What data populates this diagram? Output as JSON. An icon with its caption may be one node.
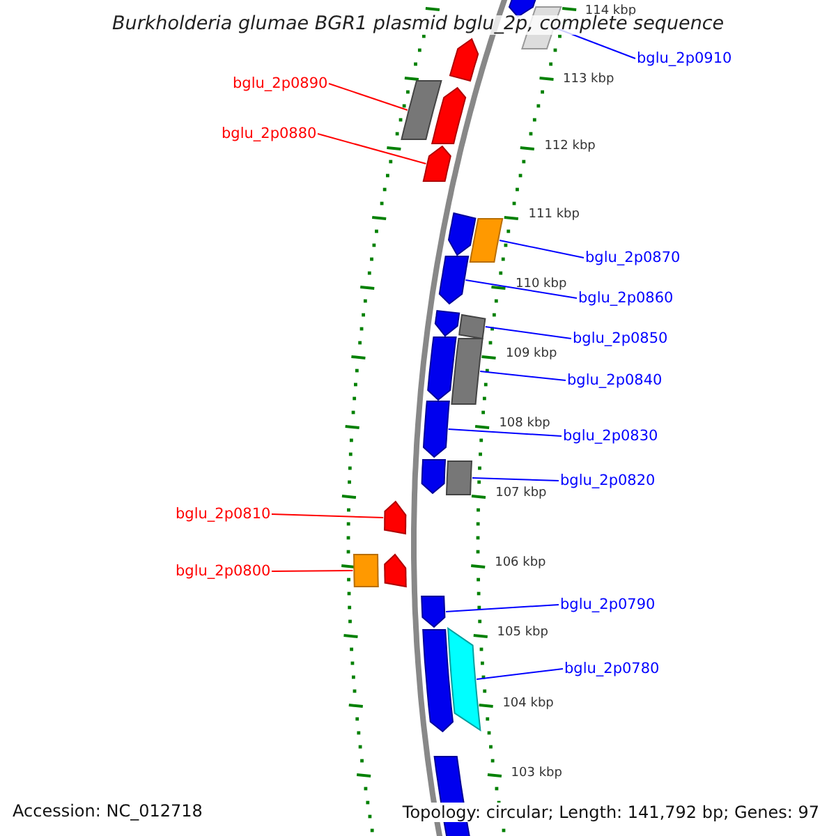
{
  "diagram": {
    "title": "Burkholderia glumae BGR1 plasmid bglu_2p, complete sequence",
    "nodes": [
      {
        "text": [
          "bglu_2p0910"
        ]
      },
      {
        "text": [
          "bglu_2p0890"
        ]
      },
      {
        "text": [
          "bglu_2p0880"
        ]
      },
      {
        "text": [
          "bglu_2p0870"
        ]
      },
      {
        "text": [
          "bglu_2p0860"
        ]
      },
      {
        "text": [
          "bglu_2p0850"
        ]
      },
      {
        "text": [
          "bglu_2p0840"
        ]
      },
      {
        "text": [
          "bglu_2p0830"
        ]
      },
      {
        "text": [
          "bglu_2p0820"
        ]
      },
      {
        "text": [
          "bglu_2p0810"
        ]
      },
      {
        "text": [
          "bglu_2p0800"
        ]
      },
      {
        "text": [
          "bglu_2p0790"
        ]
      },
      {
        "text": [
          "bglu_2p0780"
        ]
      },
      {
        "text": [],
        "shape": "arrow"
      },
      {
        "text": [],
        "shape": "box"
      },
      {
        "text": [],
        "shape": "arrow"
      },
      {
        "text": [],
        "shape": "box"
      },
      {
        "text": [],
        "shape": "arrow"
      },
      {
        "text": [],
        "shape": "arrow"
      },
      {
        "text": [],
        "shape": "arrow"
      },
      {
        "text": [],
        "shape": "box"
      },
      {
        "text": [],
        "shape": "arrow"
      },
      {
        "text": [],
        "shape": "arrow"
      },
      {
        "text": [],
        "shape": "box"
      },
      {
        "text": [],
        "shape": "box"
      },
      {
        "text": [],
        "shape": "arrow"
      },
      {
        "text": [],
        "shape": "arrow"
      },
      {
        "text": [],
        "shape": "arrow"
      },
      {
        "text": [],
        "shape": "box"
      },
      {
        "text": [],
        "shape": "arrow"
      },
      {
        "text": [],
        "shape": "arrow"
      },
      {
        "text": [],
        "shape": "box"
      },
      {
        "text": [],
        "shape": "arrow"
      },
      {
        "text": [],
        "shape": "arrow"
      },
      {
        "text": [],
        "shape": "box"
      },
      {
        "text": [],
        "shape": "arrow"
      }
    ],
    "edges": [
      {
        "from": 0,
        "to": 14,
        "arrow": "none"
      },
      {
        "from": 1,
        "to": 16,
        "arrow": "none",
        "color": "#ff0000"
      },
      {
        "from": 2,
        "to": 18,
        "arrow": "none",
        "color": "#ff0000"
      },
      {
        "from": 3,
        "to": 20,
        "arrow": "none"
      },
      {
        "from": 4,
        "to": 21,
        "arrow": "none"
      },
      {
        "from": 5,
        "to": 23,
        "arrow": "none"
      },
      {
        "from": 6,
        "to": 24,
        "arrow": "none"
      },
      {
        "from": 7,
        "to": 26,
        "arrow": "none"
      },
      {
        "from": 8,
        "to": 28,
        "arrow": "none"
      },
      {
        "from": 9,
        "to": 29,
        "arrow": "none",
        "color": "#ff0000"
      },
      {
        "from": 10,
        "to": 31,
        "arrow": "none",
        "color": "#ff0000"
      },
      {
        "from": 11,
        "to": 32,
        "arrow": "none"
      },
      {
        "from": 12,
        "to": 34,
        "arrow": "none"
      }
    ],
    "labels": [
      "114 kbp",
      "113 kbp",
      "112 kbp",
      "111 kbp",
      "110 kbp",
      "109 kbp",
      "108 kbp",
      "107 kbp",
      "106 kbp",
      "105 kbp",
      "104 kbp",
      "103 kbp",
      "Accession: NC_012718",
      "Topology: circular; Length: 141,792 bp; Genes: 97"
    ]
  }
}
